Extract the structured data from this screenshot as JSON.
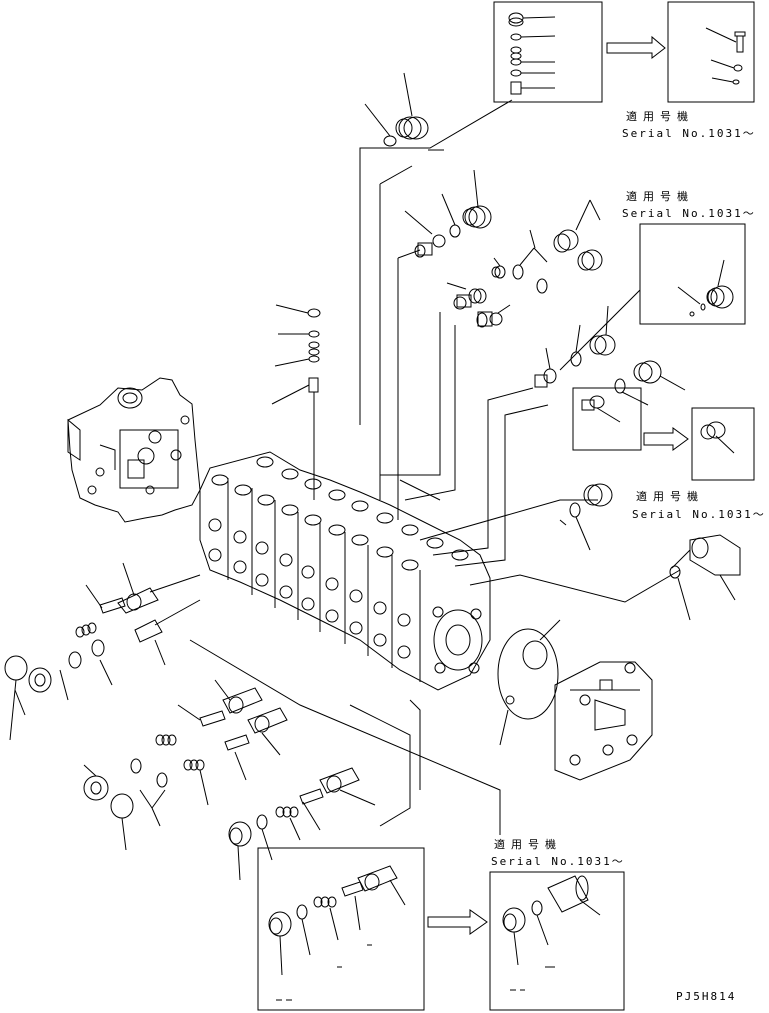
{
  "diagram": {
    "applicability_label": "適用号機",
    "serial_label": "Serial No.1031～",
    "figure_code": "PJ5H814",
    "colors": {
      "line": "#000000",
      "background": "#ffffff"
    }
  }
}
